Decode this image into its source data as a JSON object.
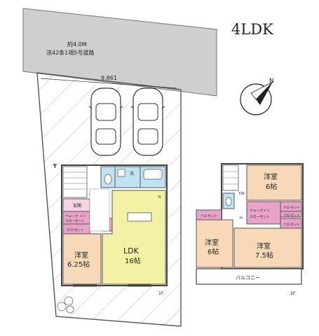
{
  "plan_type": "4LDK",
  "road": {
    "width": "約4.0M",
    "designation": "法42条1項5号道路",
    "frontage": "9.861"
  },
  "compass": {
    "north_label": "N"
  },
  "rooms_1f": {
    "genkan": "玄関",
    "up": "UP",
    "wash": "洗",
    "walkin_closet": [
      "ウォーク イン",
      "クローゼット"
    ],
    "closet": "クロ-ゼット",
    "western_room": [
      "洋室",
      "6.25帖"
    ],
    "ldk": [
      "LDK",
      "16帖"
    ],
    "refrigerator": "R"
  },
  "rooms_2f": {
    "room_ne": [
      "洋室",
      "6帖"
    ],
    "room_sw": [
      "洋室",
      "6帖"
    ],
    "room_se": [
      "洋室",
      "7.5帖"
    ],
    "walkin_closet": [
      "ウォークイン",
      "クローゼット"
    ],
    "closet_left": "クロ-ゼット",
    "closet_a": "クロ-ゼット",
    "closet_b": "クロ-ゼット",
    "closet_c": "クロ-ゼット",
    "dn": "DN",
    "hall": "H.",
    "balcony": "バルコニー"
  },
  "floor_tags": {
    "first": "1F",
    "second": "2F"
  },
  "colors": {
    "room_fill": "#f7d9b8",
    "ldk_fill": "#f3f1a3",
    "closet_fill": "#e9a3c9",
    "genkan_fill": "#f5d4e2",
    "wet_fill": "#bfe3f2",
    "road_fill": "#cfcfcf",
    "hatch": "#9a9a9a"
  }
}
